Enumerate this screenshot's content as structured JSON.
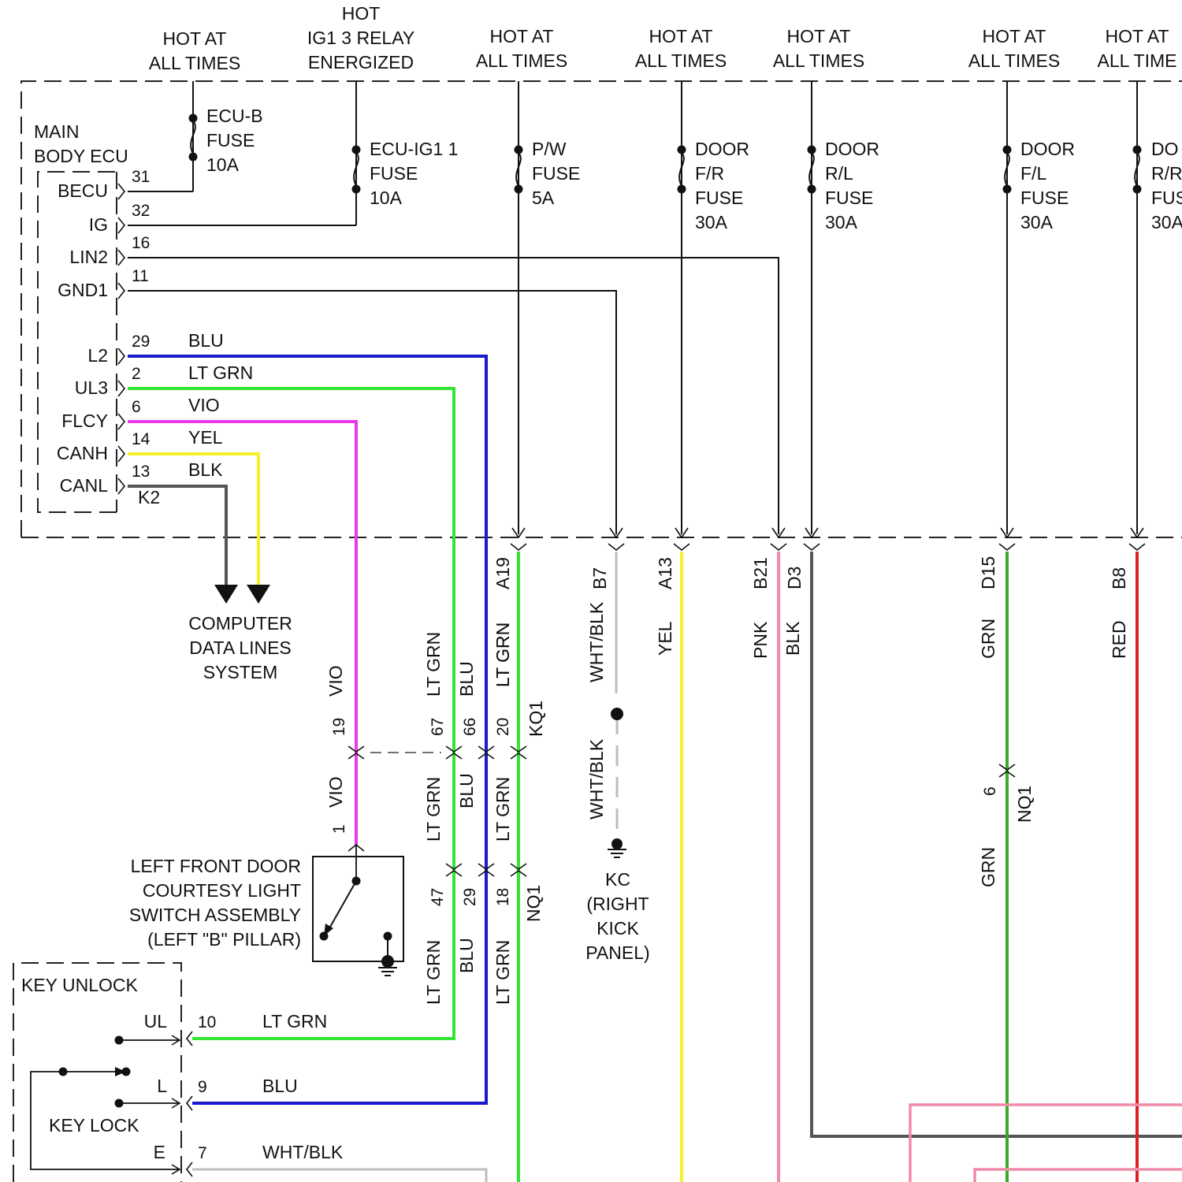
{
  "supplies": {
    "ecub": [
      "HOT AT",
      "ALL TIMES"
    ],
    "ig1": [
      "HOT",
      "IG1 3 RELAY",
      "ENERGIZED"
    ],
    "pw": [
      "HOT AT",
      "ALL TIMES"
    ],
    "dfr": [
      "HOT AT",
      "ALL TIMES"
    ],
    "drl": [
      "HOT AT",
      "ALL TIMES"
    ],
    "dfl": [
      "HOT AT",
      "ALL TIMES"
    ],
    "drr": [
      "HOT AT",
      "ALL TIME"
    ]
  },
  "fuses": {
    "ecub": [
      "ECU-B",
      "FUSE",
      "10A"
    ],
    "ig1": [
      "ECU-IG1 1",
      "FUSE",
      "10A"
    ],
    "pw": [
      "P/W",
      "FUSE",
      "5A"
    ],
    "dfr": [
      "DOOR",
      "F/R",
      "FUSE",
      "30A"
    ],
    "drl": [
      "DOOR",
      "R/L",
      "FUSE",
      "30A"
    ],
    "dfl": [
      "DOOR",
      "F/L",
      "FUSE",
      "30A"
    ],
    "drr": [
      "DO",
      "R/R",
      "FUS",
      "30A"
    ]
  },
  "ecu": {
    "title": [
      "MAIN",
      "BODY ECU"
    ],
    "pins": [
      {
        "name": "BECU",
        "num": "31"
      },
      {
        "name": "IG",
        "num": "32"
      },
      {
        "name": "LIN2",
        "num": "16"
      },
      {
        "name": "GND1",
        "num": "11"
      },
      {
        "name": "L2",
        "num": "29"
      },
      {
        "name": "UL3",
        "num": "2"
      },
      {
        "name": "FLCY",
        "num": "6"
      },
      {
        "name": "CANH",
        "num": "14"
      },
      {
        "name": "CANL",
        "num": "13"
      }
    ],
    "connector": "K2",
    "wire_colors": [
      "BLU",
      "LT GRN",
      "VIO",
      "YEL",
      "BLK"
    ]
  },
  "data_lines": [
    "COMPUTER",
    "DATA LINES",
    "SYSTEM"
  ],
  "bottom_pins": [
    {
      "pin": "A19",
      "color": "LT GRN"
    },
    {
      "pin": "B7",
      "color": "WHT/BLK"
    },
    {
      "pin": "A13",
      "color": "YEL"
    },
    {
      "pin": "B21",
      "color": "PNK"
    },
    {
      "pin": "D3",
      "color": "BLK"
    },
    {
      "pin": "D15",
      "color": "GRN"
    },
    {
      "pin": "B8",
      "color": "RED"
    }
  ],
  "kq1": {
    "connector": "KQ1",
    "pins": [
      "19",
      "67",
      "66",
      "20"
    ],
    "upper_colors": [
      "VIO",
      "LT GRN",
      "BLU",
      "LT GRN"
    ],
    "lower_colors": [
      "VIO",
      "LT GRN",
      "BLU",
      "LT GRN"
    ]
  },
  "nq1": {
    "connector": "NQ1",
    "pins": [
      "47",
      "29",
      "18"
    ],
    "colors": [
      "LT GRN",
      "BLU",
      "LT GRN"
    ]
  },
  "grn_splice": {
    "pin": "6",
    "connector": "NQ1",
    "lower_color": "GRN"
  },
  "ground_kc": {
    "wire": "WHT/BLK",
    "label": [
      "KC",
      "(RIGHT",
      "KICK",
      "PANEL)"
    ]
  },
  "door_switch": {
    "pin": "1",
    "label": [
      "LEFT FRONT DOOR",
      "COURTESY LIGHT",
      "SWITCH ASSEMBLY",
      "(LEFT \"B\" PILLAR)"
    ]
  },
  "key_switch": {
    "unlock": "KEY UNLOCK",
    "lock": "KEY LOCK",
    "pins": [
      {
        "name": "UL",
        "num": "10",
        "color": "LT GRN"
      },
      {
        "name": "L",
        "num": "9",
        "color": "BLU"
      },
      {
        "name": "E",
        "num": "7",
        "color": "WHT/BLK"
      }
    ]
  },
  "colors": {
    "blu": "#1a1acc",
    "lt_grn": "#33e533",
    "vio": "#e83ae8",
    "yel": "#f2f22a",
    "blk": "#555555",
    "pnk": "#f08aa8",
    "grn": "#3aa82a",
    "red": "#e02020",
    "wht": "#bdbdbd",
    "thin": "#111111"
  }
}
